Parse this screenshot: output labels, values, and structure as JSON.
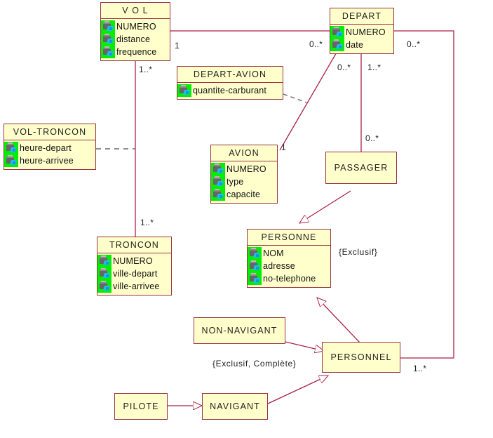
{
  "diagram": {
    "title": "UML class diagram - airline domain",
    "colors": {
      "box_fill": "#ffffcc",
      "box_border": "#993344",
      "link": "#aa2244",
      "dashed_link": "#666666",
      "attr_icon_bg": "#00ee00"
    }
  },
  "classes": [
    {
      "id": "vol",
      "name": "V O L",
      "attributes": [
        "NUMERO",
        "distance",
        "frequence"
      ]
    },
    {
      "id": "depart",
      "name": "DEPART",
      "attributes": [
        "NUMERO",
        "date"
      ]
    },
    {
      "id": "depart-avion",
      "name": "DEPART-AVION",
      "attributes": [
        "quantite-carburant"
      ]
    },
    {
      "id": "vol-troncon",
      "name": "VOL-TRONCON",
      "attributes": [
        "heure-depart",
        "heure-arrivee"
      ]
    },
    {
      "id": "avion",
      "name": "AVION",
      "attributes": [
        "NUMERO",
        "type",
        "capacite"
      ]
    },
    {
      "id": "passager",
      "name": "PASSAGER",
      "attributes": []
    },
    {
      "id": "troncon",
      "name": "TRONCON",
      "attributes": [
        "NUMERO",
        "ville-depart",
        "ville-arrivee"
      ]
    },
    {
      "id": "personne",
      "name": "PERSONNE",
      "attributes": [
        "NOM",
        "adresse",
        "no-telephone"
      ]
    },
    {
      "id": "non-navigant",
      "name": "NON-NAVIGANT",
      "attributes": []
    },
    {
      "id": "personnel",
      "name": "PERSONNEL",
      "attributes": []
    },
    {
      "id": "pilote",
      "name": "PILOTE",
      "attributes": []
    },
    {
      "id": "navigant",
      "name": "NAVIGANT",
      "attributes": []
    }
  ],
  "multiplicities": [
    {
      "id": "vol-right",
      "text": "1"
    },
    {
      "id": "vol-bottom",
      "text": "1..*"
    },
    {
      "id": "depart-left",
      "text": "0..*"
    },
    {
      "id": "depart-right",
      "text": "0..*"
    },
    {
      "id": "depart-below-left",
      "text": "0..*"
    },
    {
      "id": "depart-below-right",
      "text": "1..*"
    },
    {
      "id": "passager-top",
      "text": "0..*"
    },
    {
      "id": "avion-right",
      "text": "1"
    },
    {
      "id": "troncon-top",
      "text": "1..*"
    },
    {
      "id": "personnel-right",
      "text": "1..*"
    }
  ],
  "constraints": [
    {
      "id": "exclusif",
      "text": "{Exclusif}"
    },
    {
      "id": "exclusif-complete",
      "text": "{Exclusif, Complète}"
    }
  ]
}
